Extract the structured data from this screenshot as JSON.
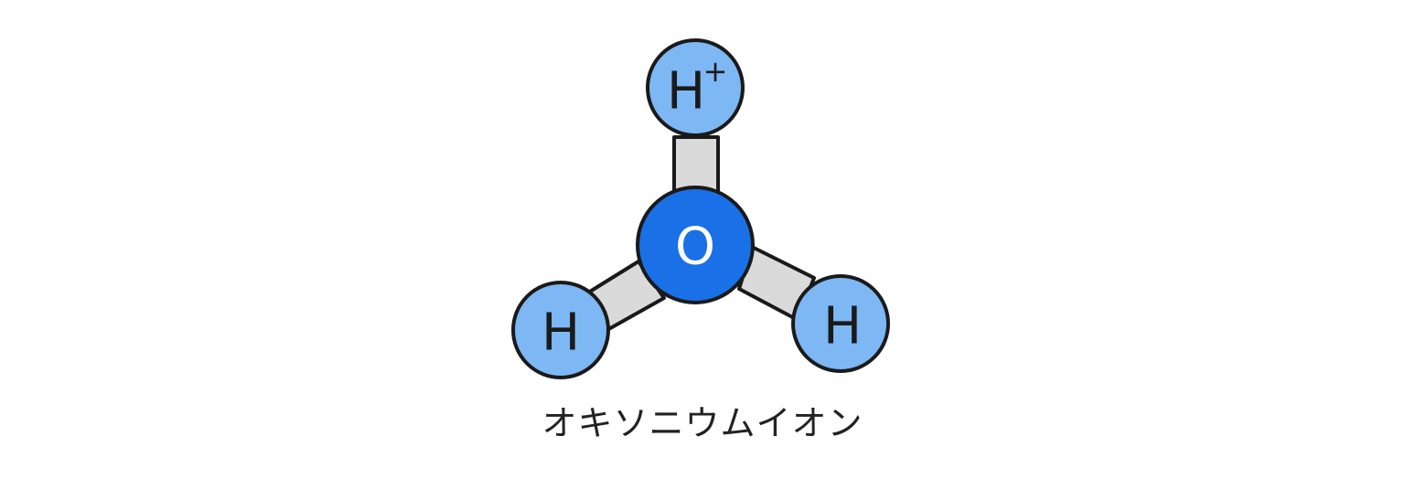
{
  "molecule": {
    "caption": "オキソニウムイオン",
    "central_atom": {
      "label": "O",
      "fill": "#1a70e6",
      "text_color": "#ffffff"
    },
    "top_atom": {
      "label": "H",
      "charge": "+",
      "fill": "#7db7f4",
      "text_color": "#1a1a1a"
    },
    "left_atom": {
      "label": "H",
      "fill": "#7db7f4",
      "text_color": "#1a1a1a"
    },
    "right_atom": {
      "label": "H",
      "fill": "#7db7f4",
      "text_color": "#1a1a1a"
    },
    "bond_color": "#dadada",
    "outline_color": "#1a1a1a"
  }
}
